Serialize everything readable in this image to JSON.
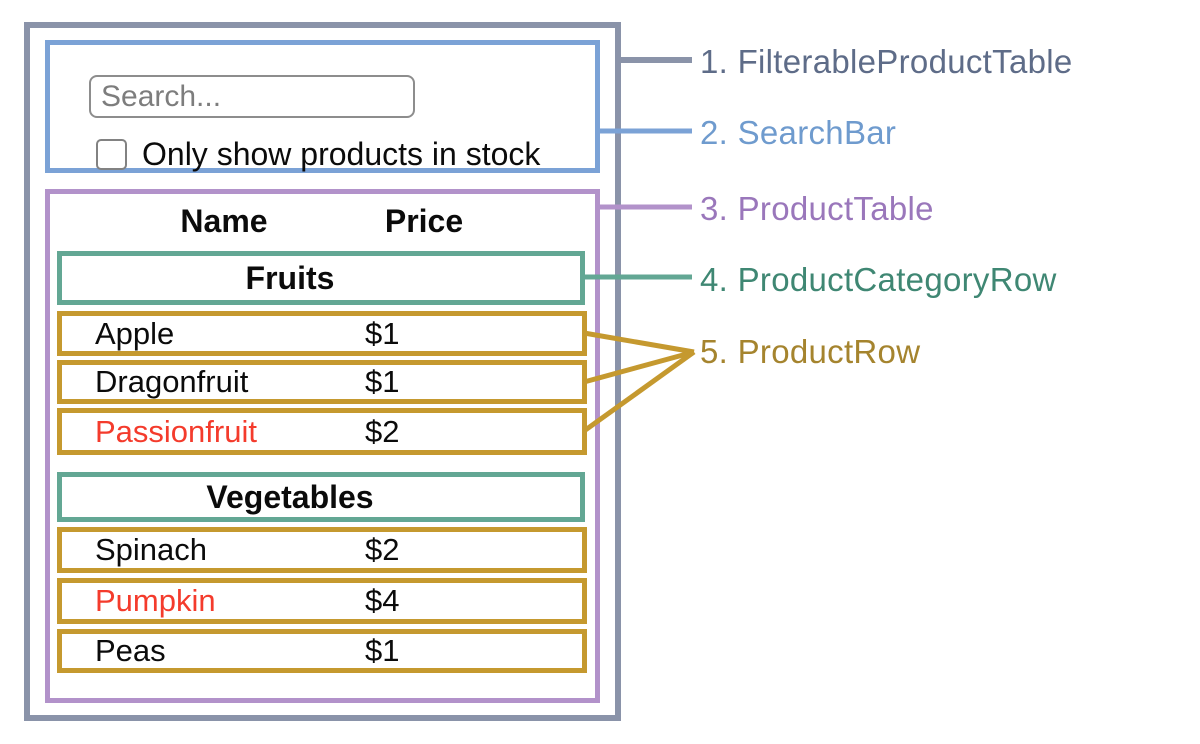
{
  "annotations": [
    {
      "label": "1. FilterableProductTable",
      "color": "#5e6c88"
    },
    {
      "label": "2. SearchBar",
      "color": "#6f9bce"
    },
    {
      "label": "3. ProductTable",
      "color": "#9a77bb"
    },
    {
      "label": "4. ProductCategoryRow",
      "color": "#3f8773"
    },
    {
      "label": "5. ProductRow",
      "color": "#a5842e"
    }
  ],
  "search_bar": {
    "input_placeholder": "Search...",
    "input_value": "",
    "checkbox_label": "Only show products in stock",
    "checkbox_checked": false
  },
  "table": {
    "headers": {
      "name": "Name",
      "price": "Price"
    },
    "sections": [
      {
        "category": "Fruits",
        "rows": [
          {
            "name": "Apple",
            "price": "$1",
            "red_text": false
          },
          {
            "name": "Dragonfruit",
            "price": "$1",
            "red_text": false
          },
          {
            "name": "Passionfruit",
            "price": "$2",
            "red_text": true
          }
        ]
      },
      {
        "category": "Vegetables",
        "rows": [
          {
            "name": "Spinach",
            "price": "$2",
            "red_text": false
          },
          {
            "name": "Pumpkin",
            "price": "$4",
            "red_text": true
          },
          {
            "name": "Peas",
            "price": "$1",
            "red_text": false
          }
        ]
      }
    ]
  },
  "colors": {
    "outer_border": "#8a93a9",
    "search_bar_border": "#7ba2d6",
    "product_table_border": "#b292ca",
    "category_row_border": "#63a794",
    "product_row_border": "#c5992f",
    "red_product_text": "#f43b2c"
  }
}
